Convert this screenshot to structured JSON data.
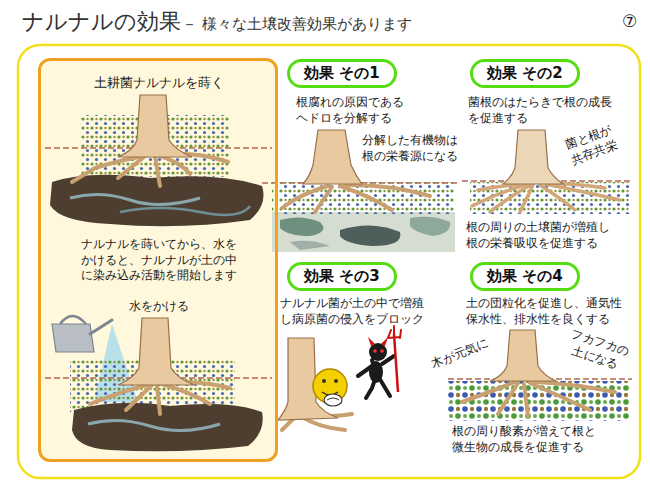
{
  "diagram": {
    "title": "ナルナルの効果",
    "nodes": [
      {
        "text": [
          "土耕菌ナルナルを蒔く",
          "ナルナルを蒔いてから、水を かけると、ナルナルが土の中 に染み込み活動を開始します",
          "水をかける"
        ]
      },
      {
        "text": [
          "効果 その1"
        ]
      },
      {
        "text": [
          "効果 その2"
        ]
      },
      {
        "text": [
          "効果 その3"
        ]
      },
      {
        "text": [
          "効果 その4"
        ]
      }
    ],
    "labels": [
      "⑦",
      "－ 様々な土壌改善効果があります",
      "根腐れの原因である ヘドロを分解する",
      "分解した有機物は 根の栄養源になる",
      "菌根のはたらきで根の成長 を促進する",
      "菌と根が 共存共栄",
      "根の周りの土壌菌が増殖し 根の栄養吸収を促進する",
      "ナルナル菌が土の中で増殖 し病原菌の侵入をブロック",
      "土の団粒化を促進し、通気性 保水性、排水性を良くする",
      "木が元気に",
      "フカフカの 土になる",
      "根の周り酸素が増えて根と 微生物の成長を促進する"
    ]
  }
}
